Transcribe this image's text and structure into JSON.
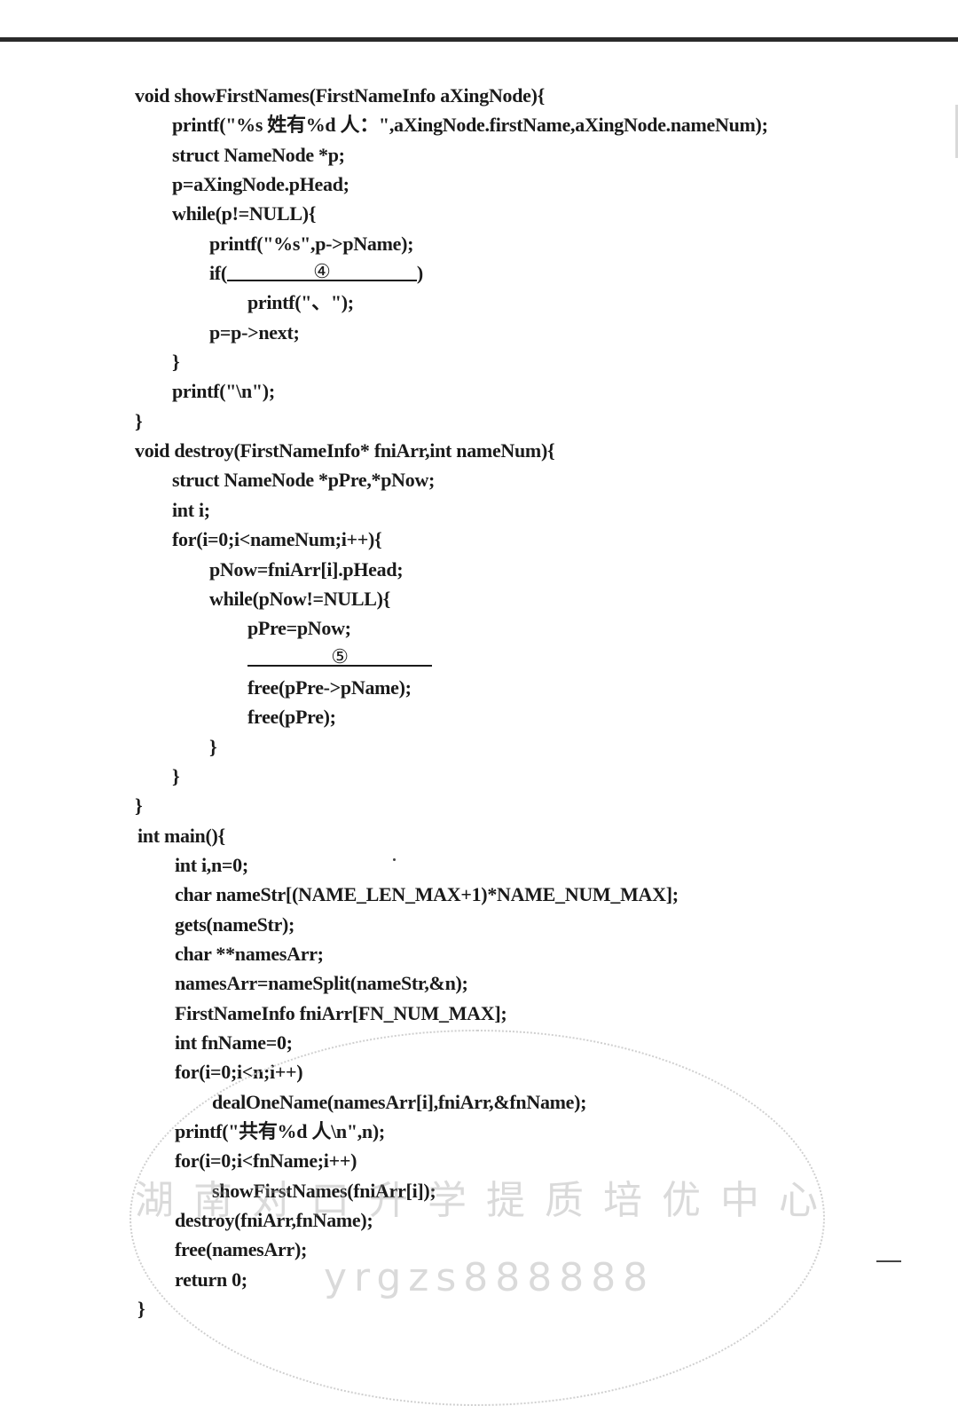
{
  "code_lines": [
    {
      "indent": 0,
      "text": "void showFirstNames(FirstNameInfo aXingNode){"
    },
    {
      "indent": 1,
      "text": "printf(\"%s 姓有%d 人：\",aXingNode.firstName,aXingNode.nameNum);"
    },
    {
      "indent": 1,
      "text": "struct NameNode *p;"
    },
    {
      "indent": 1,
      "text": "p=aXingNode.pHead;"
    },
    {
      "indent": 1,
      "text": "while(p!=NULL){"
    },
    {
      "indent": 2,
      "text": "printf(\"%s\",p->pName);"
    },
    {
      "indent": 2,
      "pre": "if(",
      "blank": "④",
      "post": ")"
    },
    {
      "indent": 3,
      "text": "printf(\"、\");"
    },
    {
      "indent": 2,
      "text": "p=p->next;"
    },
    {
      "indent": 1,
      "text": "}"
    },
    {
      "indent": 1,
      "text": "printf(\"\\n\");"
    },
    {
      "indent": 0,
      "text": "}"
    },
    {
      "indent": 0,
      "text": "void destroy(FirstNameInfo* fniArr,int nameNum){"
    },
    {
      "indent": 1,
      "text": "struct NameNode *pPre,*pNow;"
    },
    {
      "indent": 1,
      "text": "int i;"
    },
    {
      "indent": 1,
      "text": "for(i=0;i<nameNum;i++){"
    },
    {
      "indent": 2,
      "text": "pNow=fniArr[i].pHead;"
    },
    {
      "indent": 2,
      "text": "while(pNow!=NULL){"
    },
    {
      "indent": 3,
      "text": "pPre=pNow;"
    },
    {
      "indent": 3,
      "pre": "",
      "blank": "⑤",
      "post": ""
    },
    {
      "indent": 3,
      "text": "free(pPre->pName);"
    },
    {
      "indent": 3,
      "text": "free(pPre);"
    },
    {
      "indent": 2,
      "text": "}"
    },
    {
      "indent": 1,
      "text": "}"
    },
    {
      "indent": 0,
      "text": "}"
    },
    {
      "indent": 0,
      "text": "int main(){"
    },
    {
      "indent": 1,
      "text": "int i,n=0;"
    },
    {
      "indent": 1,
      "text": "char nameStr[(NAME_LEN_MAX+1)*NAME_NUM_MAX];"
    },
    {
      "indent": 1,
      "text": "gets(nameStr);"
    },
    {
      "indent": 1,
      "text": "char **namesArr;"
    },
    {
      "indent": 1,
      "text": "namesArr=nameSplit(nameStr,&n);"
    },
    {
      "indent": 1,
      "text": "FirstNameInfo fniArr[FN_NUM_MAX];"
    },
    {
      "indent": 1,
      "text": "int fnName=0;"
    },
    {
      "indent": 1,
      "text": "for(i=0;i<n;i++)"
    },
    {
      "indent": 2,
      "text": "dealOneName(namesArr[i],fniArr,&fnName);"
    },
    {
      "indent": 1,
      "text": "printf(\"共有%d 人\\n\",n);"
    },
    {
      "indent": 1,
      "text": "for(i=0;i<fnName;i++)"
    },
    {
      "indent": 2,
      "text": "showFirstNames(fniArr[i]);"
    },
    {
      "indent": 1,
      "text": "destroy(fniArr,fnName);"
    },
    {
      "indent": 1,
      "text": "free(namesArr);"
    },
    {
      "indent": 1,
      "text": "return 0;"
    },
    {
      "indent": 0,
      "text": "}"
    }
  ],
  "watermark": {
    "chinese": "湖南对口升学提质培优中心",
    "id": "yrgzs888888"
  }
}
